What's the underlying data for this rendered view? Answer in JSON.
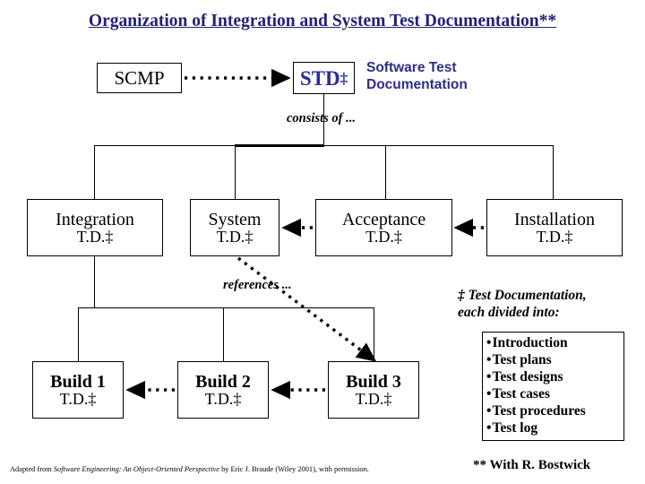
{
  "title": "Organization of Integration and System Test Documentation**",
  "nodes": {
    "scmp": {
      "label": "SCMP"
    },
    "std": {
      "label": "STD",
      "dagger": "‡"
    },
    "std_caption_line1": "Software Test",
    "std_caption_line2": "Documentation",
    "integration": {
      "line1": "Integration",
      "line2": "T.D.‡"
    },
    "system": {
      "line1": "System",
      "line2": "T.D.‡"
    },
    "acceptance": {
      "line1": "Acceptance",
      "line2": "T.D.‡"
    },
    "installation": {
      "line1": "Installation",
      "line2": "T.D.‡"
    },
    "build1": {
      "line1": "Build 1",
      "line2": "T.D.‡"
    },
    "build2": {
      "line1": "Build 2",
      "line2": "T.D.‡"
    },
    "build3": {
      "line1": "Build 3",
      "line2": "T.D.‡"
    }
  },
  "labels": {
    "consists_of": "consists of ...",
    "references": "references ..."
  },
  "legend": {
    "heading_line1": "‡ Test Documentation,",
    "heading_line2": "each divided into:",
    "items": [
      "Introduction",
      "Test plans",
      "Test designs",
      "Test cases",
      "Test procedures",
      "Test log"
    ]
  },
  "credits": {
    "bostwick": "** With R. Bostwick",
    "footnote_prefix": "Adapted from ",
    "footnote_italic": "Software Engineering: An Object-Oriented Perspective",
    "footnote_suffix": " by Eric J. Braude (Wiley 2001), with permission."
  },
  "colors": {
    "title": "#212179",
    "std_text": "#2c2c9c",
    "caption": "#2e2e86",
    "line": "#000000",
    "background": "#ffffff"
  }
}
